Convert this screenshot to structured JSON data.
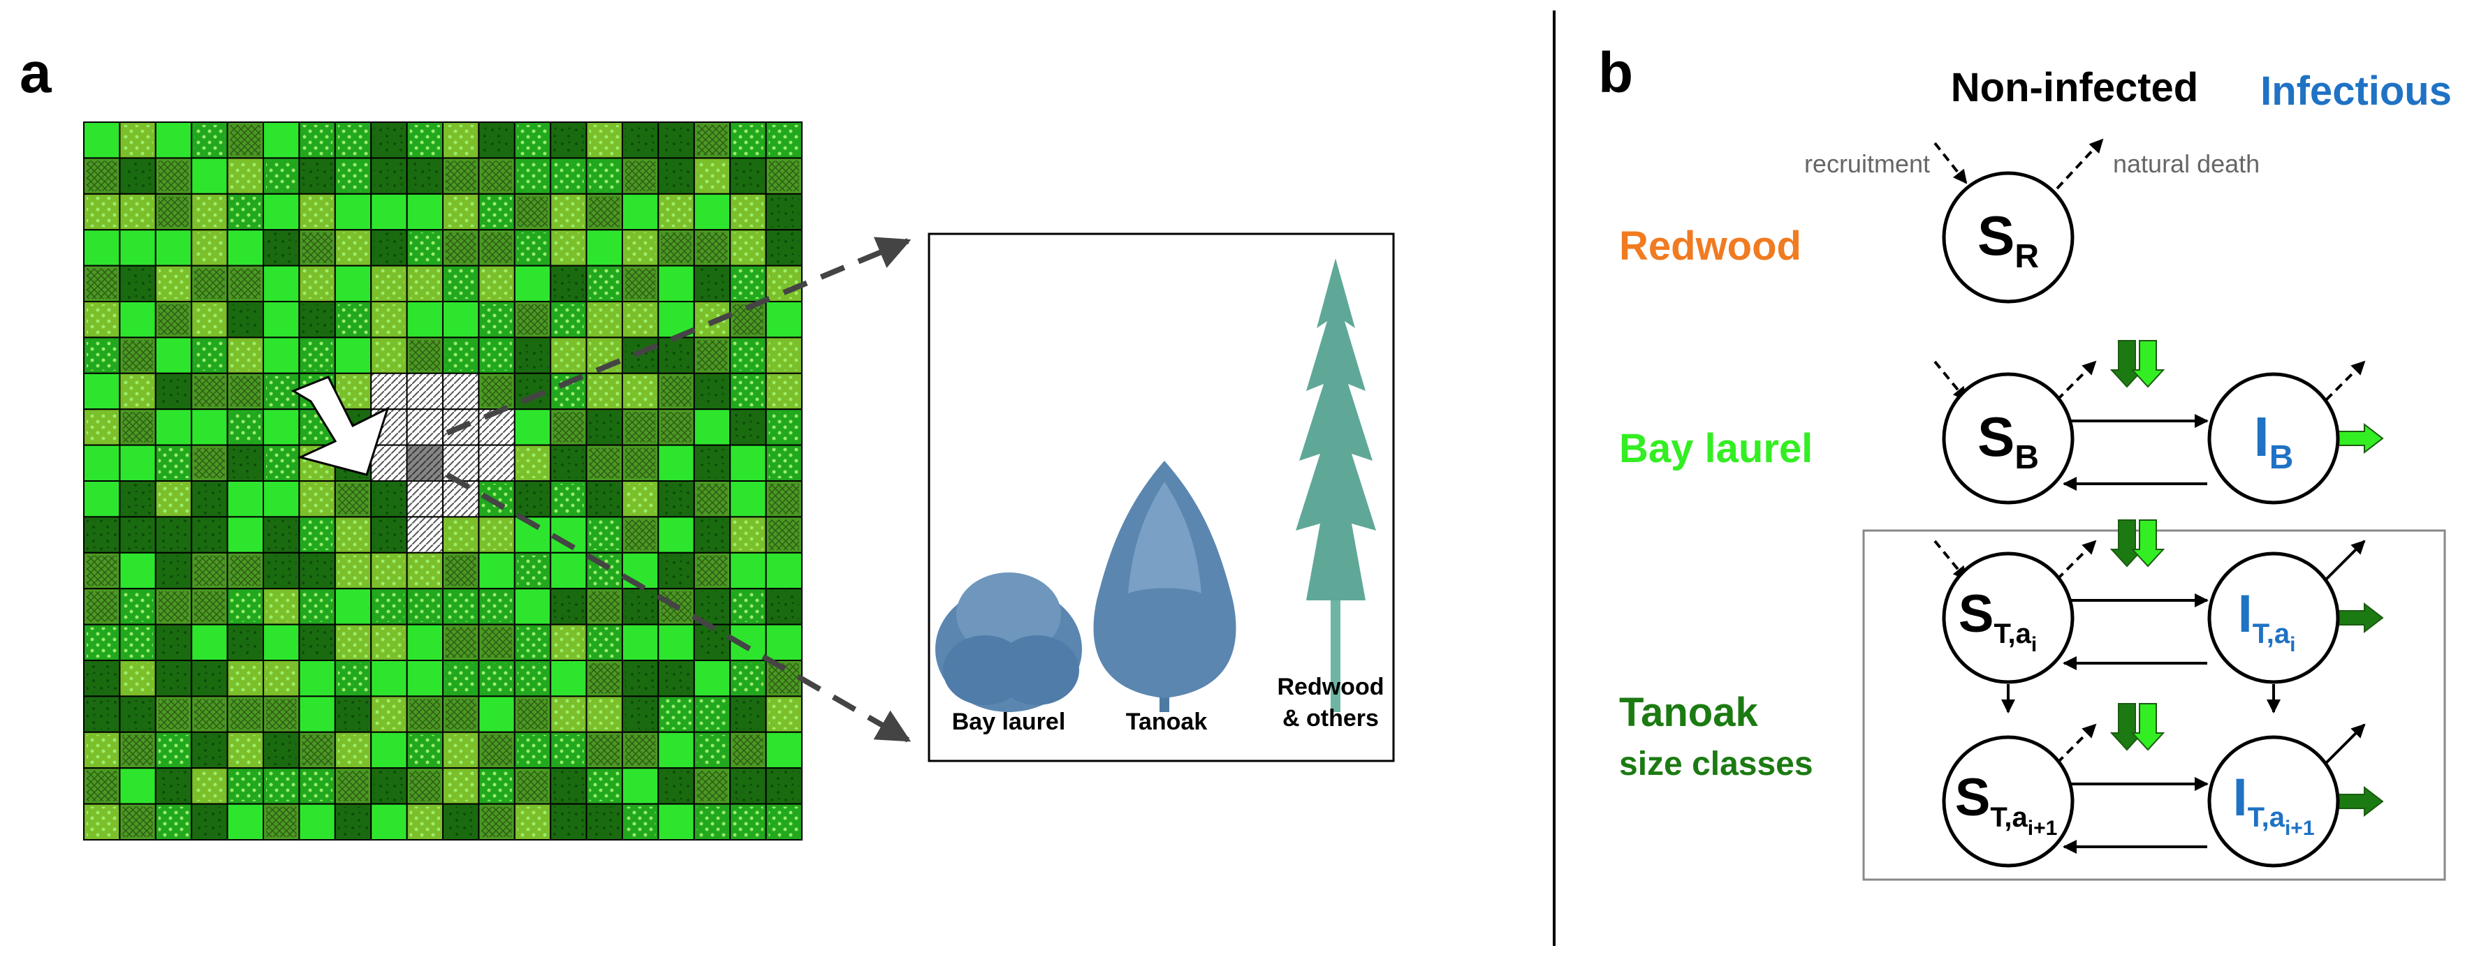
{
  "panels": {
    "a": {
      "label": "a",
      "tree_labels": [
        "Bay laurel",
        "Tanoak",
        "Redwood",
        "& others"
      ]
    },
    "b": {
      "label": "b",
      "column_headers": {
        "non_infected": "Non-infected",
        "infectious": "Infectious"
      },
      "flow_labels": {
        "recruitment": "recruitment",
        "natural_death": "natural death"
      },
      "row_labels": {
        "redwood": "Redwood",
        "bay_laurel": "Bay laurel",
        "tanoak": "Tanoak",
        "tanoak_sub": "size classes"
      },
      "states": {
        "s_r": {
          "main": "S",
          "sub": "R"
        },
        "s_b": {
          "main": "S",
          "sub": "B"
        },
        "i_b": {
          "main": "I",
          "sub": "B"
        },
        "s_t_ai": {
          "main": "S",
          "sub": "T,a",
          "subsub": "i"
        },
        "i_t_ai": {
          "main": "I",
          "sub": "T,a",
          "subsub": "i"
        },
        "s_t_ai1": {
          "main": "S",
          "sub": "T,a",
          "subsub": "i+1"
        },
        "i_t_ai1": {
          "main": "I",
          "sub": "T,a",
          "subsub": "i+1"
        }
      }
    }
  },
  "colors": {
    "redwood": "#f07b21",
    "bay_laurel": "#33ee22",
    "tanoak": "#1c7a12",
    "infectious": "#1f72c4",
    "grid_dark": "#1a6b10",
    "grid_mid": "#7bbf2a",
    "grid_light": "#2ee52e",
    "tree_blue": "#5b86b0",
    "tree_teal": "#5fa898"
  }
}
